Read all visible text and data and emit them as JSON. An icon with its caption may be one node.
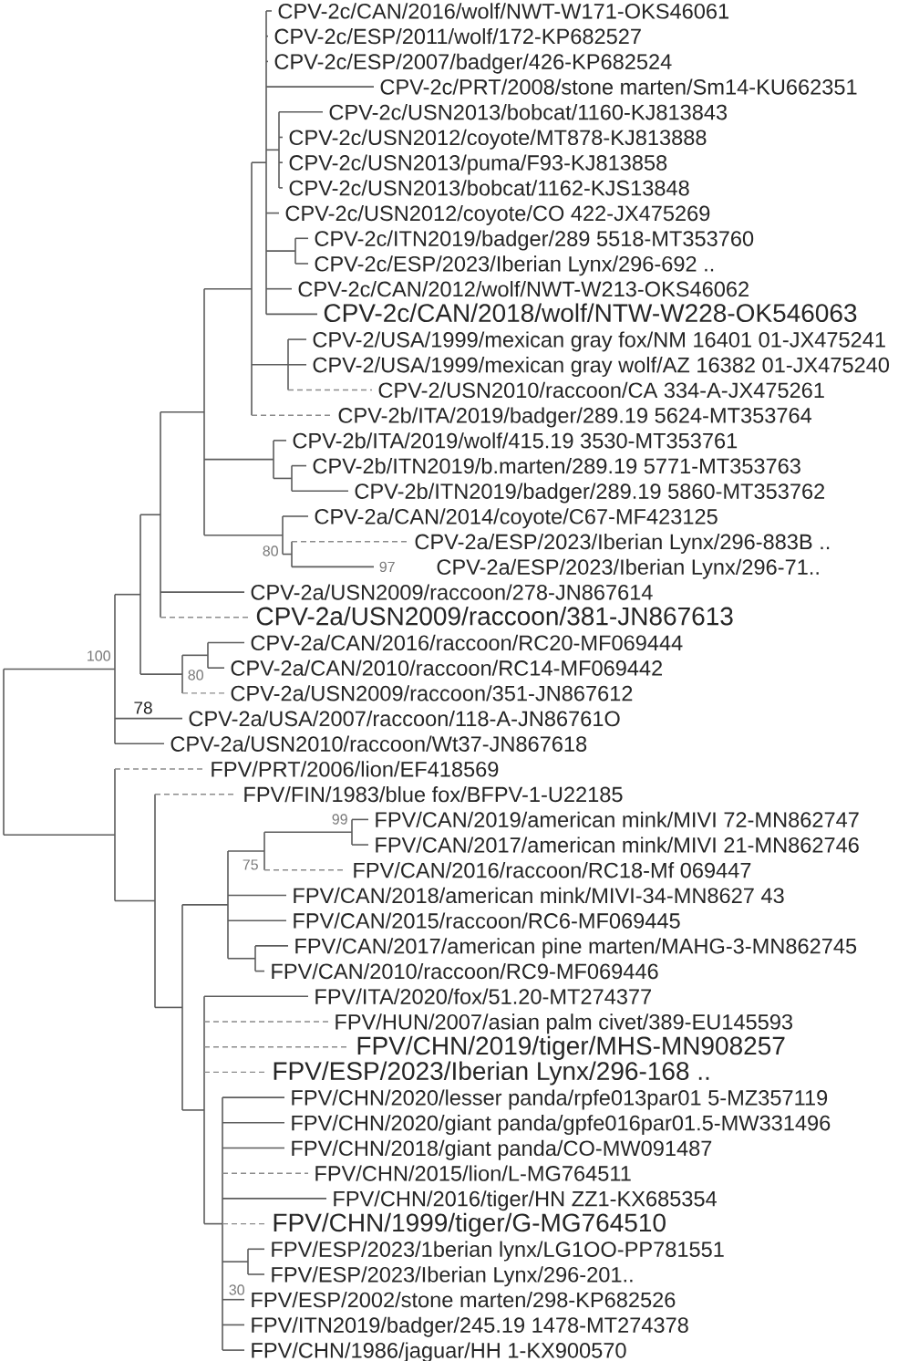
{
  "diagram": {
    "labels": [
      "CPV-2c/CAN/2016/wolf/NWT-W171-OKS46061",
      "CPV-2c/ESP/2011/wolf/172-KP682527",
      "CPV-2c/ESP/2007/badger/426-KP682524",
      "CPV-2c/PRT/2008/stone marten/Sm14-KU662351",
      "CPV-2c/USN2013/bobcat/1160-KJ813843",
      "CPV-2c/USN2012/coyote/MT878-KJ813888",
      "CPV-2c/USN2013/puma/F93-KJ813858",
      "CPV-2c/USN2013/bobcat/1162-KJS13848",
      "CPV-2c/USN2012/coyote/CO 422-JX475269",
      "CPV-2c/ITN2019/badger/289 5518-MT353760",
      "CPV-2c/ESP/2023/Iberian Lynx/296-692 ..",
      "CPV-2c/CAN/2012/wolf/NWT-W213-OKS46062",
      "CPV-2c/CAN/2018/wolf/NTW-W228-OK546063",
      "CPV-2/USA/1999/mexican gray fox/NM 16401 01-JX475241",
      "CPV-2/USA/1999/mexican gray wolf/AZ 16382 01-JX475240",
      "CPV-2/USN2010/raccoon/CA 334-A-JX475261",
      "CPV-2b/ITA/2019/badger/289.19 5624-MT353764",
      "CPV-2b/ITA/2019/wolf/415.19 3530-MT353761",
      "CPV-2b/ITN2019/b.marten/289.19 5771-MT353763",
      "CPV-2b/ITN2019/badger/289.19 5860-MT353762",
      "CPV-2a/CAN/2014/coyote/C67-MF423125",
      "80",
      "CPV-2a/ESP/2023/Iberian Lynx/296-883B ..",
      "97",
      "CPV-2a/ESP/2023/Iberian Lynx/296-71..",
      "CPV-2a/USN2009/raccoon/278-JN867614",
      "CPV-2a/USN2009/raccoon/381-JN867613",
      "CPV-2a/CAN/2016/raccoon/RC20-MF069444",
      "100",
      "80",
      "CPV-2a/CAN/2010/raccoon/RC14-MF069442",
      "CPV-2a/USN2009/raccoon/351-JN867612",
      "78",
      "CPV-2a/USA/2007/raccoon/118-A-JN86761O",
      "CPV-2a/USN2010/raccoon/Wt37-JN867618",
      "FPV/PRT/2006/lion/EF418569",
      "FPV/FIN/1983/blue fox/BFPV-1-U22185",
      "99",
      "FPV/CAN/2019/american mink/MIVI 72-MN862747",
      "FPV/CAN/2017/american mink/MIVI 21-MN862746",
      "75",
      "FPV/CAN/2016/raccoon/RC18-Mf 069447",
      "FPV/CAN/2018/american mink/MIVI-34-MN8627 43",
      "FPV/CAN/2015/raccoon/RC6-MF069445",
      "FPV/CAN/2017/american pine marten/MAHG-3-MN862745",
      "FPV/CAN/2010/raccoon/RC9-MF069446",
      "FPV/ITA/2020/fox/51.20-MT274377",
      "FPV/HUN/2007/asian palm civet/389-EU145593",
      "FPV/CHN/2019/tiger/MHS-MN908257",
      "FPV/ESP/2023/Iberian Lynx/296-168 ..",
      "FPV/CHN/2020/lesser panda/rpfe013par01 5-MZ357119",
      "FPV/CHN/2020/giant panda/gpfe016par01.5-MW331496",
      "FPV/CHN/2018/giant panda/CO-MW091487",
      "FPV/CHN/2015/lion/L-MG764511",
      "FPV/CHN/2016/tiger/HN ZZ1-KX685354",
      "FPV/CHN/1999/tiger/G-MG764510",
      "FPV/ESP/2023/1berian lynx/LG1OO-PP781551",
      "FPV/ESP/2023/Iberian Lynx/296-201..",
      "30",
      "FPV/ESP/2002/stone marten/298-KP682526",
      "FPV/ITN2019/badger/245.19 1478-MT274378",
      "FPV/CHN/1986/jaguar/HH 1-KX900570"
    ]
  }
}
